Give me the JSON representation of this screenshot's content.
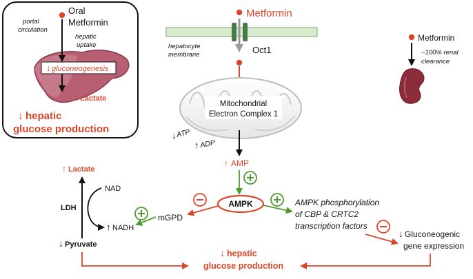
{
  "colors": {
    "red": "#d9472b",
    "green": "#4e9a2f",
    "black": "#111111",
    "membrane": "#d8ebcf",
    "channel": "#4a7a45",
    "kidney": "#8c2b3a"
  },
  "inset": {
    "oral": "Oral",
    "metformin": "Metformin",
    "portal_1": "portal",
    "portal_2": "circulation",
    "hepatic_1": "hepatic",
    "hepatic_2": "uptake",
    "gluconeogenesis": "gluconeogenesis",
    "lactate": "Lactate",
    "hgp_1": "hepatic",
    "hgp_2": "glucose production"
  },
  "top": {
    "metformin": "Metformin",
    "membrane_1": "hepatocyte",
    "membrane_2": "membrane",
    "oct1": "Oct1"
  },
  "renal": {
    "metformin": "Metformin",
    "clearance_1": "~100% renal",
    "clearance_2": "clearance"
  },
  "mito": {
    "line1": "Mitochondrial",
    "line2": "Electron Complex 1"
  },
  "atp": "ATP",
  "adp": "ADP",
  "amp": "AMP",
  "ampk": "AMPK",
  "left": {
    "lactate": "Lactate",
    "nad": "NAD",
    "ldh": "LDH",
    "nadh": "NADH",
    "pyruvate": "Pyruvate",
    "mgpd": "mGPD"
  },
  "right": {
    "phos_1": "AMPK phosphorylation",
    "phos_2": "of CBP & CRTC2",
    "phos_3": "transcription factors",
    "gene_1": "Gluconeogenic",
    "gene_2": "gene expression"
  },
  "bottom": {
    "hgp_1": "hepatic",
    "hgp_2": "glucose production"
  }
}
